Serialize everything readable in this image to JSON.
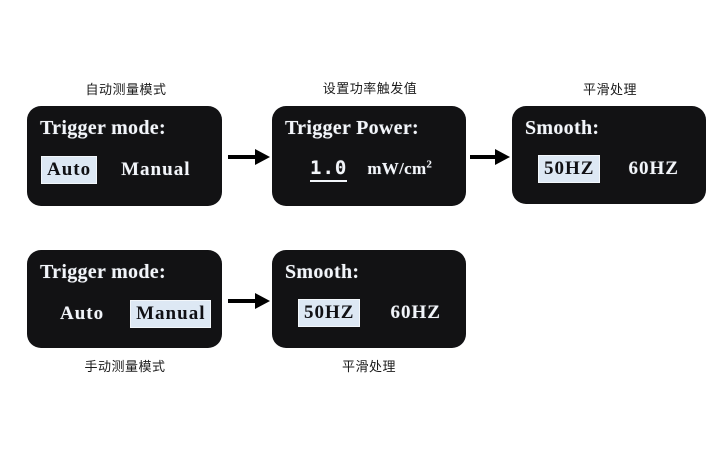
{
  "diagram": {
    "title_visible": false,
    "background_color": "#ffffff",
    "panel_color": "#121214",
    "panel_text_color": "#f2f5fa",
    "highlight_color": "#dde8f4",
    "highlight_text_color": "#101014",
    "arrow_color": "#000000"
  },
  "flows": [
    {
      "id": "auto-flow",
      "caption": "自动测量模式",
      "caption_position": "above",
      "steps": [
        {
          "id": "trigger-mode-auto",
          "title": "Trigger mode:",
          "options": [
            {
              "label": "Auto",
              "selected": true
            },
            {
              "label": "Manual",
              "selected": false
            }
          ]
        },
        {
          "id": "trigger-power",
          "caption": "设置功率触发值",
          "title": "Trigger Power:",
          "value": "1.0",
          "unit": "mW/cm",
          "unit_superscript": "2"
        },
        {
          "id": "smooth-auto",
          "caption": "平滑处理",
          "title": "Smooth:",
          "options": [
            {
              "label": "50HZ",
              "selected": true
            },
            {
              "label": "60HZ",
              "selected": false
            }
          ]
        }
      ]
    },
    {
      "id": "manual-flow",
      "caption": "手动测量模式",
      "caption_position": "below",
      "steps": [
        {
          "id": "trigger-mode-manual",
          "title": "Trigger mode:",
          "options": [
            {
              "label": "Auto",
              "selected": false
            },
            {
              "label": "Manual",
              "selected": true
            }
          ]
        },
        {
          "id": "smooth-manual",
          "caption": "平滑处理",
          "title": "Smooth:",
          "options": [
            {
              "label": "50HZ",
              "selected": true
            },
            {
              "label": "60HZ",
              "selected": false
            }
          ]
        }
      ]
    }
  ]
}
